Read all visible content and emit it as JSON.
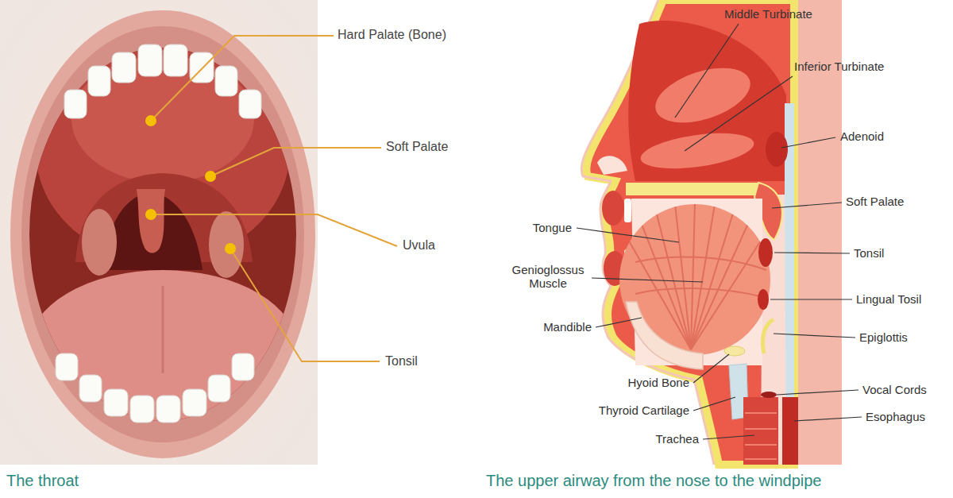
{
  "diagram": {
    "labels": [
      "Hard Palate (Bone)",
      "Soft Palate",
      "Uvula",
      "Tonsil",
      "Middle Turbinate",
      "Inferior Turbinate",
      "Adenoid",
      "Soft Palate",
      "Tonsil",
      "Lingual Tosil",
      "Epiglottis",
      "Vocal Cords",
      "Esophagus",
      "Tongue",
      "Genioglossus Muscle",
      "Mandible",
      "Hyoid Bone",
      "Thyroid Cartilage",
      "Trachea",
      "The throat",
      "The upper airway from the nose to the windpipe"
    ]
  }
}
